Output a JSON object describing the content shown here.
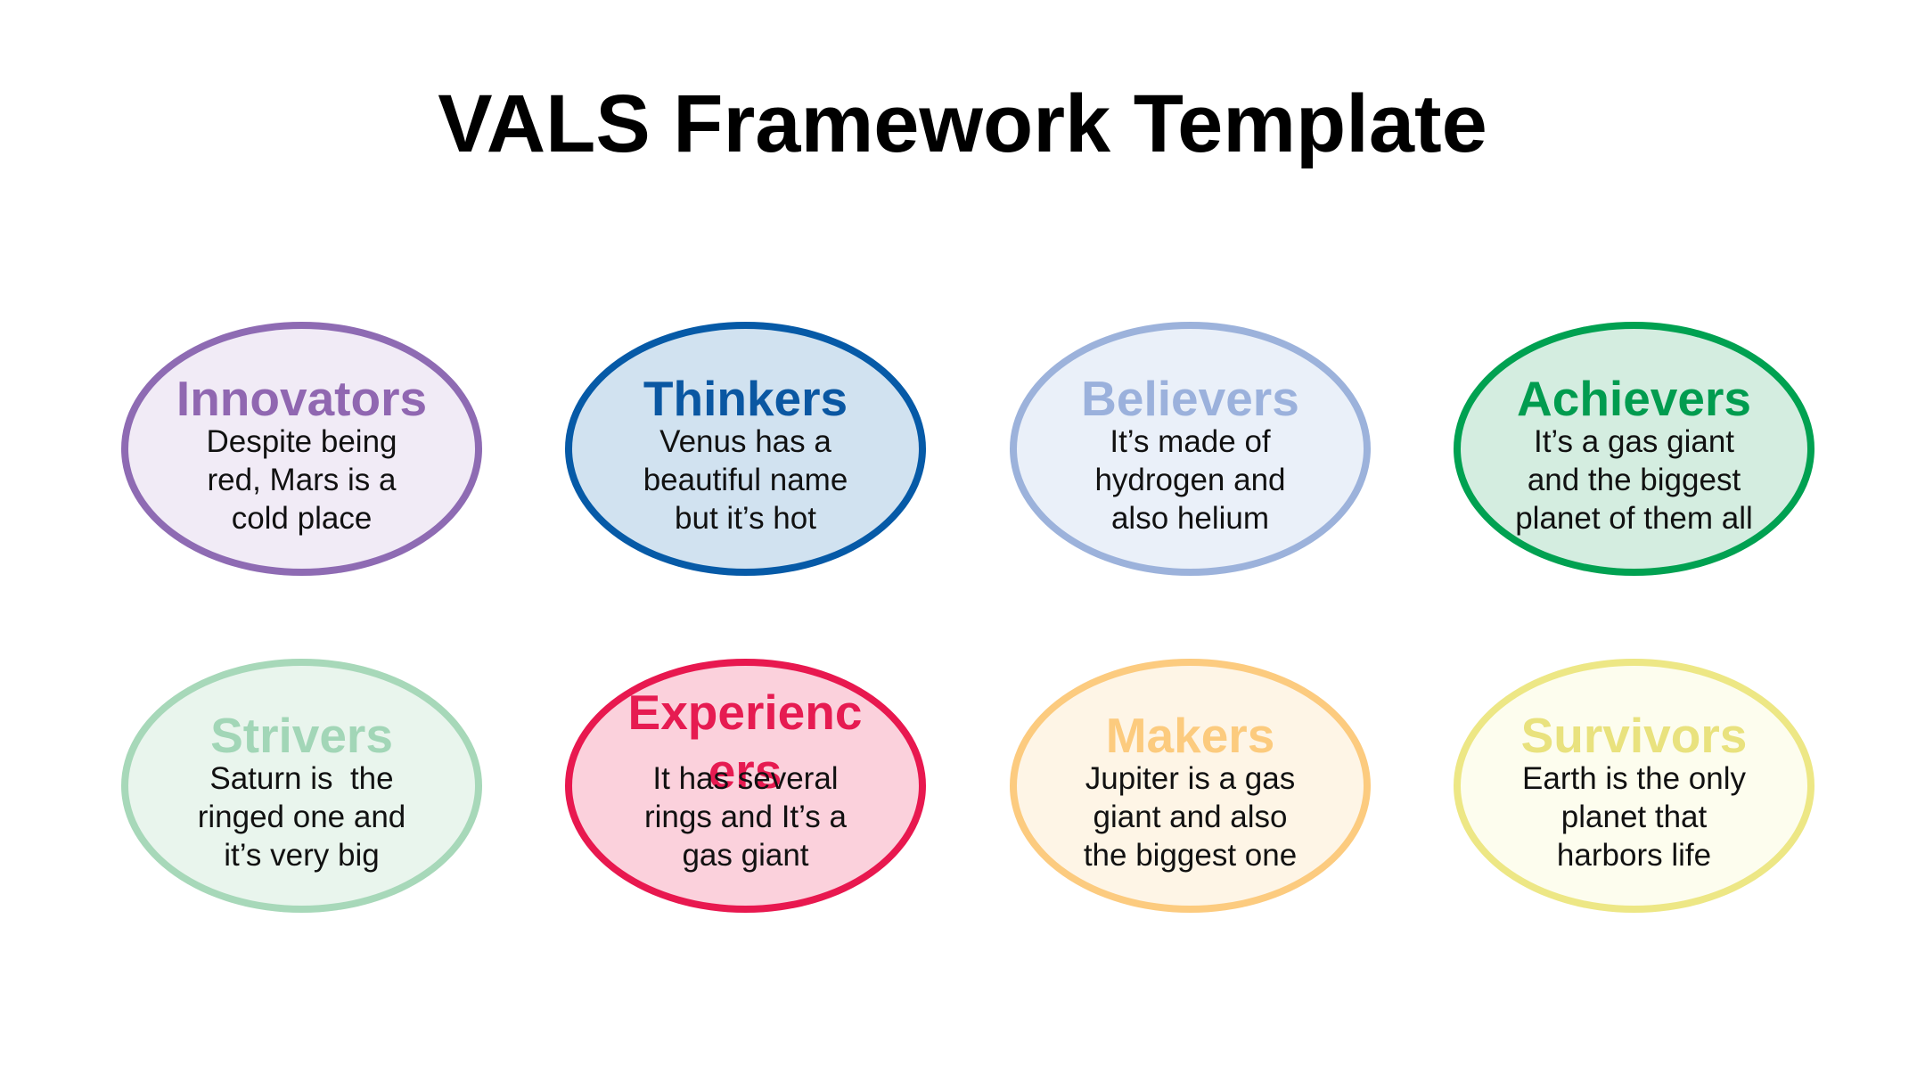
{
  "title": "VALS Framework Template",
  "segments": [
    {
      "label": "Innovators",
      "text": "Despite being red, Mars is a cold place",
      "color": "#8e6bb3",
      "fill": "#f1ebf6"
    },
    {
      "label": "Thinkers",
      "text": "Venus has a beautiful name but it’s hot",
      "color": "#065aa7",
      "fill": "#d1e2f0"
    },
    {
      "label": "Believers",
      "text": "It’s made of hydrogen and also helium",
      "color": "#9cb2db",
      "fill": "#eaf0f9"
    },
    {
      "label": "Achievers",
      "text": "It’s a gas giant and the biggest planet of them all",
      "color": "#00a151",
      "fill": "#d4ede0"
    },
    {
      "label": "Strivers",
      "text": "Saturn is  the ringed one and it’s very big",
      "color": "#a7d8b9",
      "fill": "#e9f5ed"
    },
    {
      "label": "Experiencers",
      "text": "It has several rings and It’s a gas giant",
      "color": "#e8184f",
      "fill": "#fbd1dc"
    },
    {
      "label": "Makers",
      "text": "Jupiter is a gas giant and also the biggest one",
      "color": "#fccb7f",
      "fill": "#fef5e6"
    },
    {
      "label": "Survivors",
      "text": "Earth is the only planet that harbors life",
      "color": "#ede785",
      "fill": "#fdfdee"
    }
  ]
}
